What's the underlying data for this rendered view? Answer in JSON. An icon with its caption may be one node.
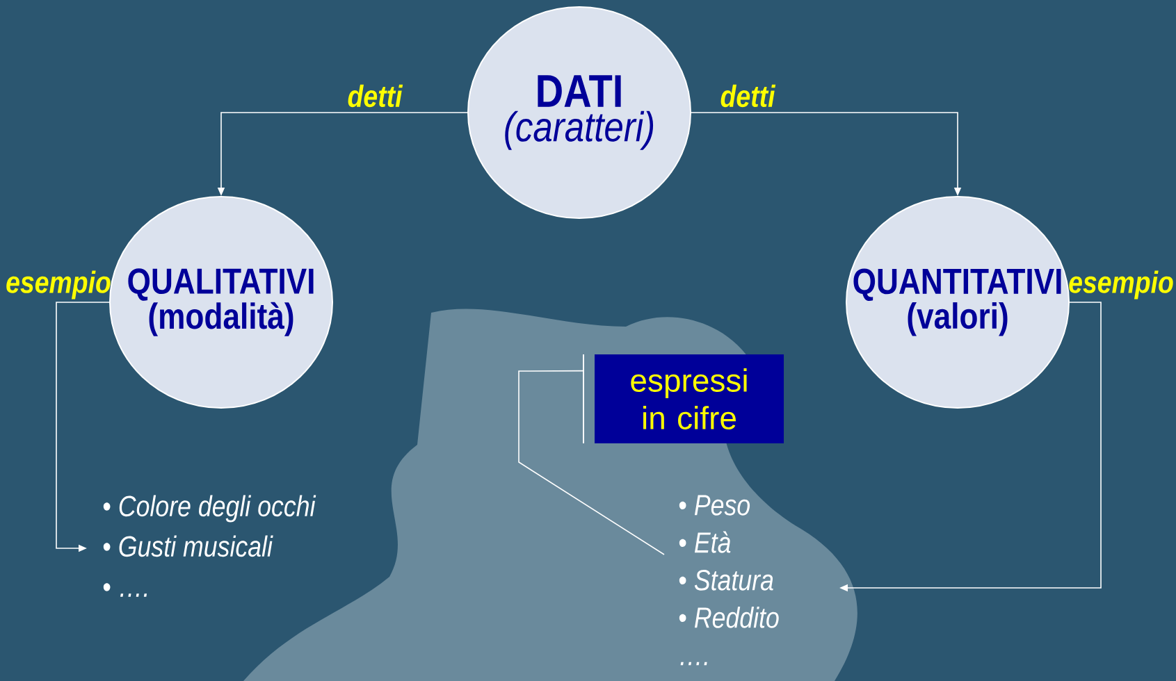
{
  "diagram": {
    "nodes": [
      {
        "text": [
          "DATI",
          "(caratteri)"
        ]
      },
      {
        "text": [
          "QUALITATIVI",
          "(modalità)"
        ]
      },
      {
        "text": [
          "QUANTITATIVI",
          "(valori)"
        ]
      },
      {
        "text": [
          "espressi in cifre"
        ]
      },
      {
        "text": [
          "• *Colore degli occhi*",
          "• *Gusti musicali*",
          "• *….*"
        ]
      },
      {
        "text": [
          "• *Peso*",
          "• *Età*",
          "• *Statura*",
          "• *Reddito*",
          "*….*"
        ]
      }
    ],
    "edges": [
      {
        "from": 0,
        "to": 1,
        "arrow": "to",
        "label": "detti"
      },
      {
        "from": 0,
        "to": 2,
        "arrow": "to",
        "label": "detti"
      },
      {
        "from": 1,
        "to": 4,
        "arrow": "to",
        "label": "esempio"
      },
      {
        "from": 2,
        "to": 5,
        "arrow": "to",
        "label": "esempio"
      },
      {
        "from": 3,
        "to": 5,
        "arrow": "none"
      }
    ]
  }
}
